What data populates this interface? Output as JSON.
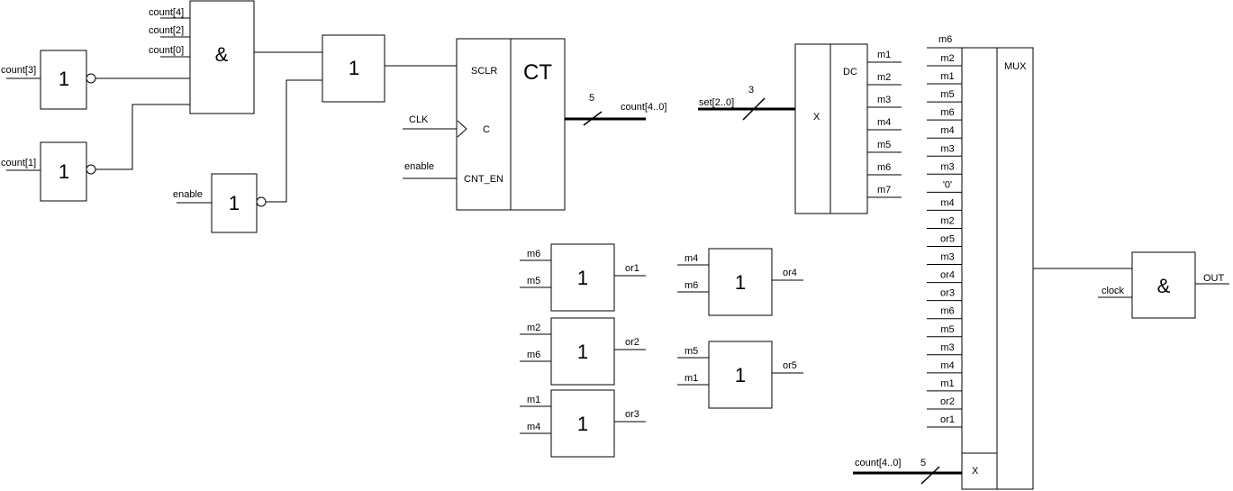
{
  "nand_gate": {
    "symbol": "&",
    "inputs": [
      "count[4]",
      "count[2]",
      "count[0]"
    ]
  },
  "nor_gate_a": {
    "symbol": "1",
    "input": "count[3]"
  },
  "nor_gate_b": {
    "symbol": "1",
    "input": "count[1]"
  },
  "nor_gate_c": {
    "symbol": "1",
    "input": "enable"
  },
  "or_main": {
    "symbol": "1"
  },
  "counter": {
    "title": "CT",
    "pins": {
      "sclr": "SCLR",
      "c": "C",
      "cnt_en": "CNT_EN"
    },
    "clk_label": "CLK",
    "enable_label": "enable",
    "out_width": "5",
    "out_label": "count[4..0]"
  },
  "decoder": {
    "in_label": "set[2..0]",
    "in_width": "3",
    "x_label": "X",
    "dc_label": "DC",
    "outputs": [
      "m1",
      "m2",
      "m3",
      "m4",
      "m5",
      "m6",
      "m7"
    ]
  },
  "or_gates": [
    {
      "symbol": "1",
      "in1": "m6",
      "in2": "m5",
      "out": "or1"
    },
    {
      "symbol": "1",
      "in1": "m2",
      "in2": "m6",
      "out": "or2"
    },
    {
      "symbol": "1",
      "in1": "m1",
      "in2": "m4",
      "out": "or3"
    },
    {
      "symbol": "1",
      "in1": "m4",
      "in2": "m6",
      "out": "or4"
    },
    {
      "symbol": "1",
      "in1": "m5",
      "in2": "m1",
      "out": "or5"
    }
  ],
  "mux": {
    "title": "MUX",
    "top_input": "m6",
    "inputs": [
      "m2",
      "m1",
      "m5",
      "m6",
      "m4",
      "m3",
      "m3",
      "'0'",
      "m4",
      "m2",
      "or5",
      "m3",
      "or4",
      "or3",
      "m6",
      "m5",
      "m3",
      "m4",
      "m1",
      "or2",
      "or1"
    ],
    "sel_label": "count[4..0]",
    "sel_width": "5",
    "x_label": "X"
  },
  "out_gate": {
    "symbol": "&",
    "input": "clock",
    "output": "OUT"
  }
}
